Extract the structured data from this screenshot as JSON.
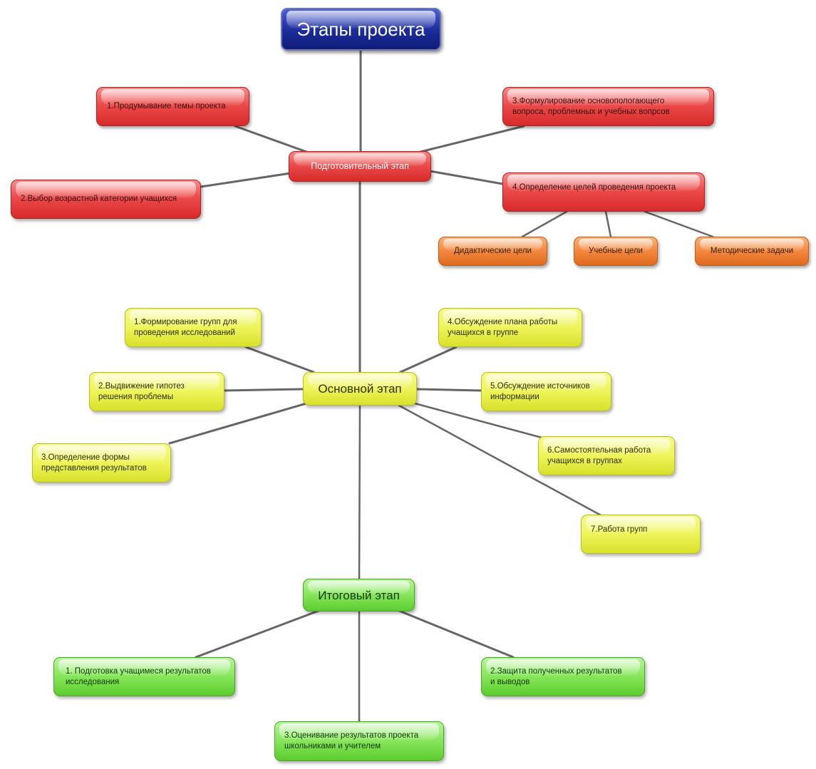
{
  "title": "Этапы проекта",
  "stages": {
    "prep": {
      "label": "Подготовительный этап",
      "items": [
        "1.Продумывание темы проекта",
        "2.Выбор возрастной категории учащихся",
        "3.Формулирование основопологающего\nвопроса, проблемных и учебных вопрсов",
        "4.Определение целей проведения проекта"
      ],
      "goals": [
        "Дидактические цели",
        "Учебные цели",
        "Методические задачи"
      ]
    },
    "main": {
      "label": "Основной этап",
      "items": [
        "1.Формирование групп для\nпроведения исследований",
        "2.Выдвижение гипотез\nрешения проблемы",
        "3.Определение формы\nпредставления результатов",
        "4.Обсуждение плана работы\nучащихся в группе",
        "5.Обсуждение источников\n информации",
        "6.Самостоятельная работа\nучащихся в группах",
        "7.Работа групп"
      ]
    },
    "final": {
      "label": "Итоговый этап",
      "items": [
        "1. Подготовка учащимеся результатов\n            исследования",
        "2.Защита полученных результатов\n                 и выводов",
        "3.Оценивание результатов проекта\nшкольниками и учителем"
      ]
    }
  },
  "colors": {
    "root": "#1e2f9e",
    "prep": "#ec4b4b",
    "goals": "#f2873d",
    "main": "#eef45a",
    "final": "#86e55a",
    "link": "#666666"
  }
}
